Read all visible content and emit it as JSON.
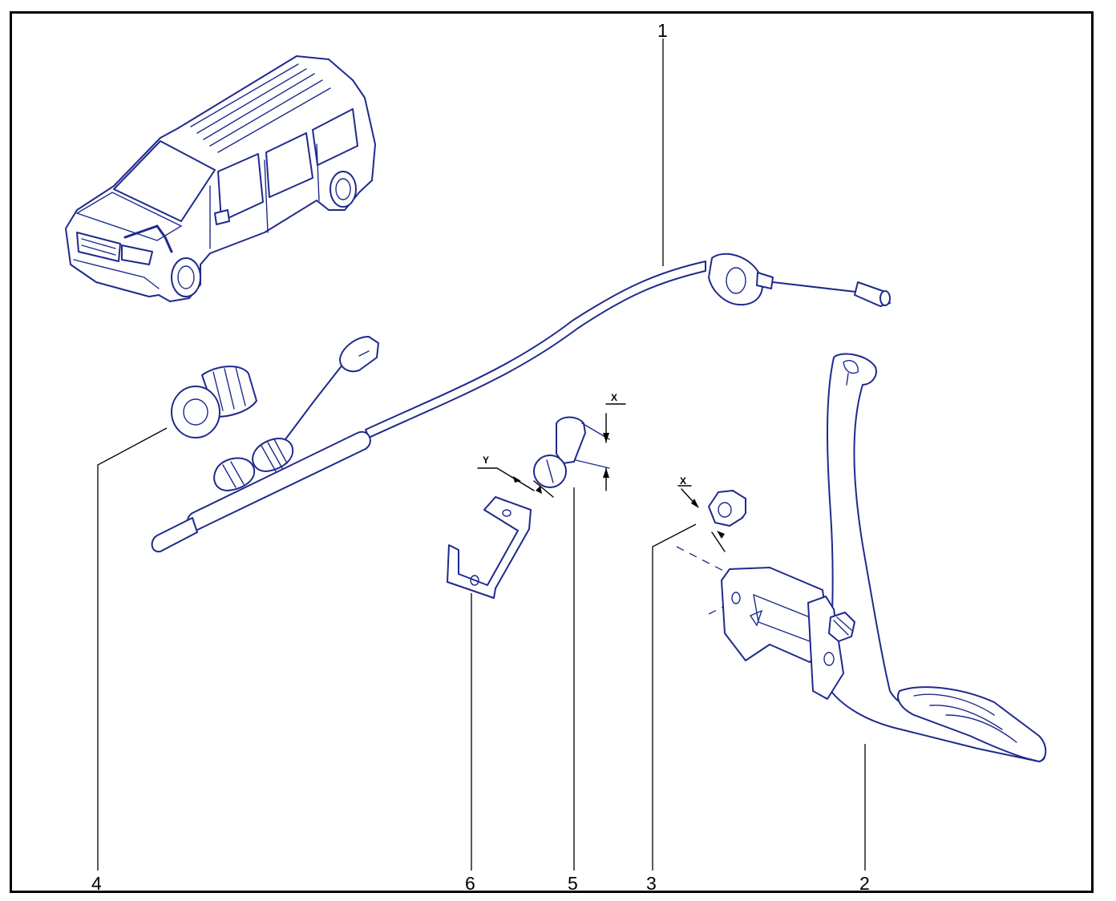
{
  "diagram": {
    "callouts": [
      {
        "id": "cable",
        "label": "1"
      },
      {
        "id": "pedal",
        "label": "2"
      },
      {
        "id": "nut",
        "label": "3"
      },
      {
        "id": "grommet",
        "label": "4"
      },
      {
        "id": "clip",
        "label": "5"
      },
      {
        "id": "bracket",
        "label": "6"
      }
    ],
    "dimensions": {
      "clip_x": "X",
      "clip_y": "Y",
      "nut_x": "X"
    }
  },
  "colors": {
    "line_art": "#1e2a8c",
    "frame": "#000000",
    "background": "#ffffff"
  }
}
